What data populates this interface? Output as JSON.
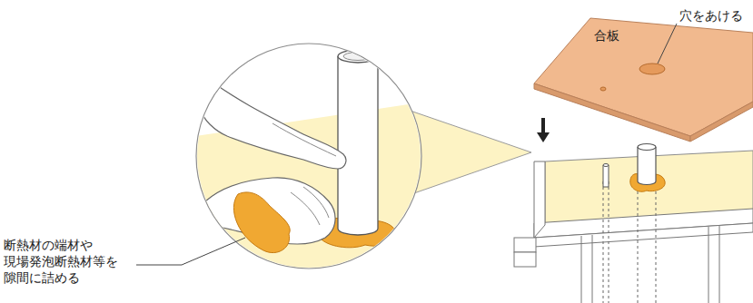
{
  "diagram": {
    "labels": [
      "合板",
      "穴をあける",
      "断熱材の端材や 現場発泡断熱材等を 隙間に詰める"
    ]
  }
}
